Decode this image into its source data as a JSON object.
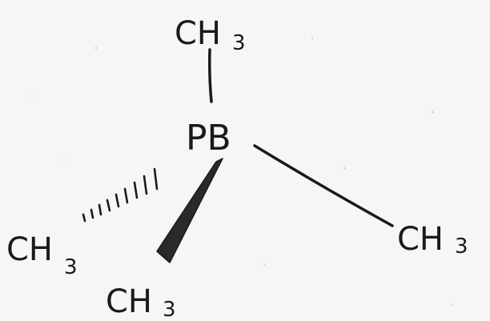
{
  "molecule": {
    "center_atom": "PB",
    "substituents": [
      {
        "position": "top",
        "symbol": "CH",
        "subscript": "3",
        "bond": "plain"
      },
      {
        "position": "left",
        "symbol": "CH",
        "subscript": "3",
        "bond": "hashed-wedge"
      },
      {
        "position": "bottom",
        "symbol": "CH",
        "subscript": "3",
        "bond": "solid-wedge"
      },
      {
        "position": "right",
        "symbol": "CH",
        "subscript": "3",
        "bond": "plain"
      }
    ]
  },
  "colors": {
    "ink": "#1a1a1a",
    "paper": "#f6f6f4"
  }
}
